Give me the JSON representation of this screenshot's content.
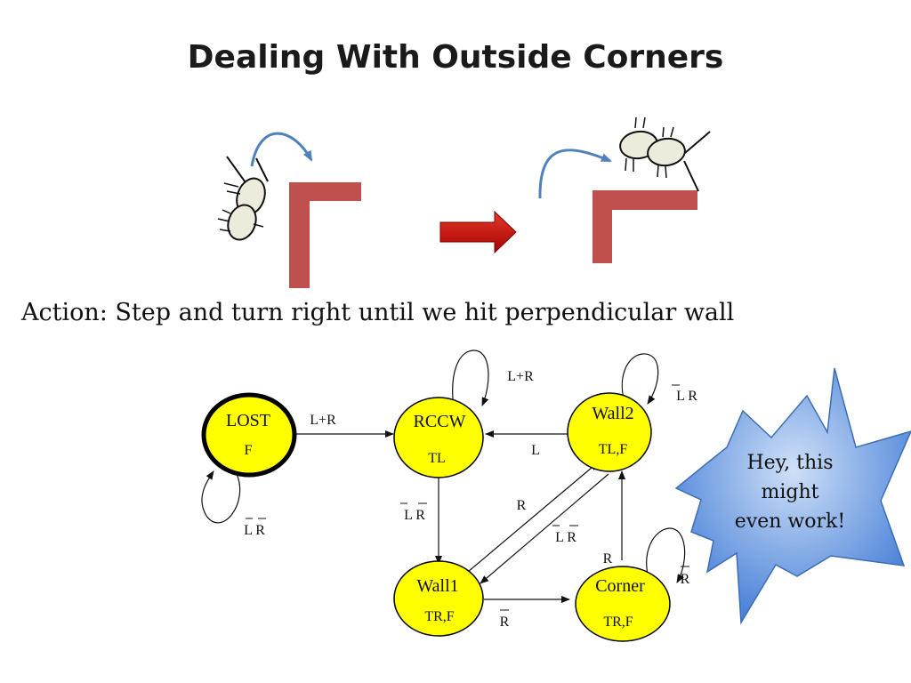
{
  "slide": {
    "title": "Dealing With Outside Corners",
    "action": "Action: Step and turn right until we hit perpendicular wall"
  },
  "states": {
    "lost": {
      "name": "LOST",
      "output": "F"
    },
    "rccw": {
      "name": "RCCW",
      "output": "TL"
    },
    "wall2": {
      "name": "Wall2",
      "output": "TL,F"
    },
    "wall1": {
      "name": "Wall1",
      "output": "TR,F"
    },
    "corner": {
      "name": "Corner",
      "output": "TR,F"
    }
  },
  "edges": {
    "lost_self": "L R",
    "lost_rccw": "L+R",
    "rccw_self": "L+R",
    "wall2_self": "L R",
    "wall2_rccw": "L",
    "rccw_wall1": "L R",
    "wall1_wall2": "R",
    "wall2_wall1": "L R",
    "wall1_corner": "R",
    "corner_wall2": "R",
    "corner_self": "R"
  },
  "callout": {
    "lines": [
      "Hey, this",
      "might",
      "even work!"
    ]
  },
  "colors": {
    "state_fill": "#ffff00",
    "wall": "#c0504d",
    "arrow": "#cc0000",
    "curve": "#4f81bd",
    "burst_fill": "#6a9ee0"
  }
}
